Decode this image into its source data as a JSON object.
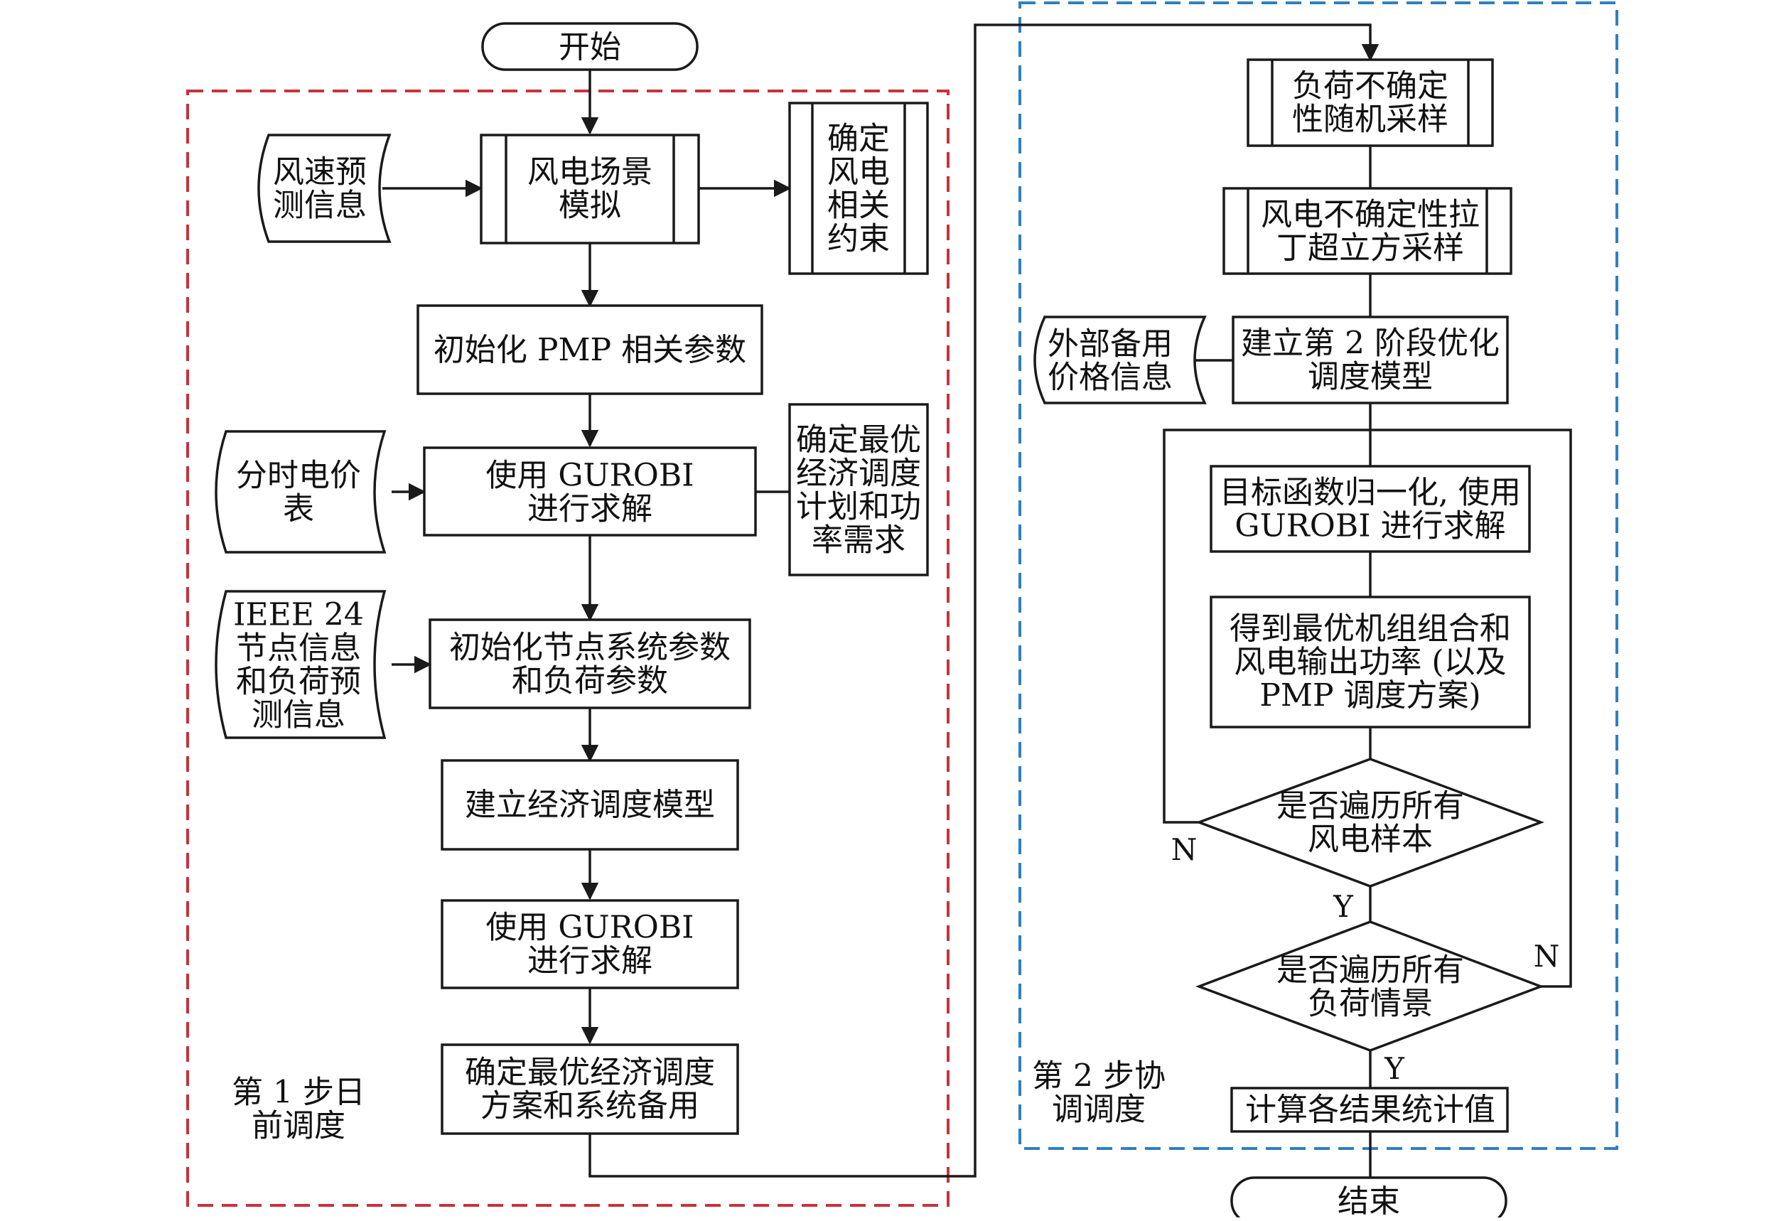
{
  "colors": {
    "stroke": "#1a1a1a",
    "stage1_border": "#c8323c",
    "stage2_border": "#2f7fc1",
    "background": "#ffffff"
  },
  "nodes": {
    "start": "开始",
    "end": "结束",
    "wind_forecast": [
      "风速预",
      "测信息"
    ],
    "wind_scenario": [
      "风电场景",
      "模拟"
    ],
    "wind_constraint": [
      "确定",
      "风电",
      "相关",
      "约束"
    ],
    "init_pmp": "初始化 PMP 相关参数",
    "tou_price": [
      "分时电价",
      "表"
    ],
    "gurobi_1": [
      "使用 GUROBI",
      "进行求解"
    ],
    "optimal_plan": [
      "确定最优",
      "经济调度",
      "计划和功",
      "率需求"
    ],
    "ieee_info": [
      "IEEE 24",
      "节点信息",
      "和负荷预",
      "测信息"
    ],
    "init_node": [
      "初始化节点系统参数",
      "和负荷参数"
    ],
    "econ_model": "建立经济调度模型",
    "gurobi_2": [
      "使用 GUROBI",
      "进行求解"
    ],
    "optimal_reserve": [
      "确定最优经济调度",
      "方案和系统备用"
    ],
    "step1_label": [
      "第 1 步日",
      "前调度"
    ],
    "load_sampling": [
      "负荷不确定",
      "性随机采样"
    ],
    "wind_lhs": [
      "风电不确定性拉",
      "丁超立方采样"
    ],
    "ext_reserve": [
      "外部备用",
      "价格信息"
    ],
    "stage2_model": [
      "建立第 2 阶段优化",
      "调度模型"
    ],
    "normalize": [
      "目标函数归一化, 使用",
      "GUROBI 进行求解"
    ],
    "optimal_uc": [
      "得到最优机组组合和",
      "风电输出功率 (以及",
      "PMP 调度方案)"
    ],
    "all_wind": [
      "是否遍历所有",
      "风电样本"
    ],
    "all_load": [
      "是否遍历所有",
      "负荷情景"
    ],
    "compute_stats": "计算各结果统计值",
    "step2_label": [
      "第 2 步协",
      "调调度"
    ]
  },
  "branch_labels": {
    "wind_no": "N",
    "wind_yes": "Y",
    "load_no": "N",
    "load_yes": "Y"
  }
}
